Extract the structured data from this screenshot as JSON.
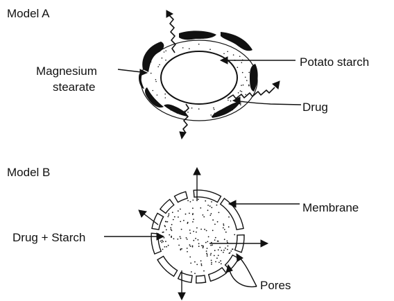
{
  "model_a": {
    "title": "Model  A",
    "labels": {
      "magnesium_line1": "Magnesium",
      "magnesium_line2": "stearate",
      "potato_starch": "Potato  starch",
      "drug": "Drug"
    }
  },
  "model_b": {
    "title": "Model B",
    "labels": {
      "membrane": "Membrane",
      "drug_starch": "Drug + Starch",
      "pores": "Pores"
    }
  },
  "colors": {
    "ink": "#111111",
    "background": "#ffffff"
  }
}
